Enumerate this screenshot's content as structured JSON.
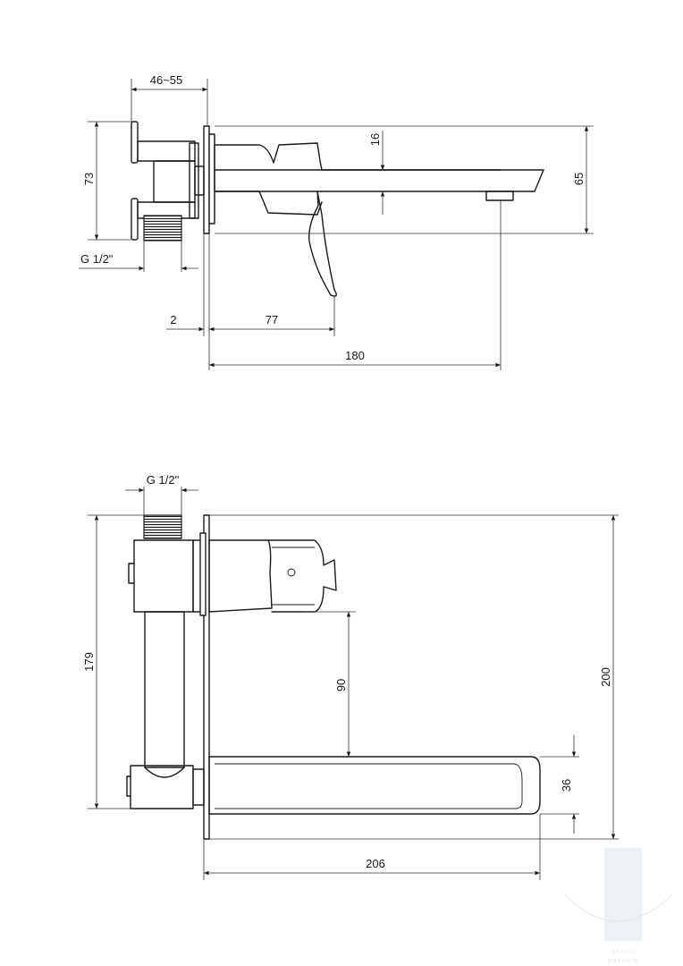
{
  "top_view": {
    "dims": {
      "depth_range": "46~55",
      "height_73": "73",
      "thread": "G 1/2\"",
      "d16": "16",
      "d65": "65",
      "d2": "2",
      "d77": "77",
      "d180": "180"
    }
  },
  "side_view": {
    "dims": {
      "thread": "G 1/2\"",
      "d179": "179",
      "d90": "90",
      "d200": "200",
      "d36": "36",
      "d206": "206"
    }
  },
  "watermark": {
    "line1": "vannu",
    "line2": "pasaule"
  }
}
